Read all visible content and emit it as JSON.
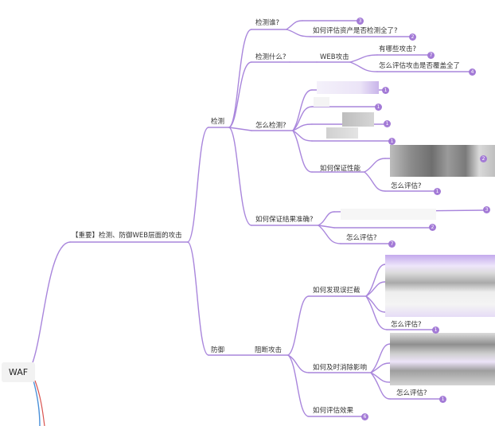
{
  "root": {
    "label": "WAF"
  },
  "main_topic": "【重要】检测、防御WEB层面的攻击",
  "branches": {
    "detect": {
      "label": "检测",
      "who": {
        "label": "检测谁?",
        "child": "如何评估资产是否检测全了?",
        "badge_top": "3",
        "badge_child": "2"
      },
      "what": {
        "label": "检测什么?",
        "sub": "WEB攻击",
        "children": [
          "有哪些攻击?",
          "怎么评估攻击是否覆盖全了"
        ],
        "badges": [
          "7",
          "4"
        ]
      },
      "how": {
        "label": "怎么检测?",
        "badges": [
          "1",
          "1",
          "1",
          "1"
        ]
      },
      "perf": {
        "label": "如何保证性能",
        "eval": "怎么评估?",
        "badges": [
          "2",
          "1"
        ]
      },
      "accuracy": {
        "label": "如何保证结果准确?",
        "eval": "怎么评估?",
        "badges": [
          "3",
          "2",
          "7"
        ]
      }
    },
    "defend": {
      "label": "防御",
      "block": {
        "label": "阻断攻击",
        "misblock": {
          "label": "如何发现误拦截",
          "eval": "怎么评估?",
          "badge": "1"
        },
        "eliminate": {
          "label": "如何及时消除影响",
          "eval": "怎么评估?",
          "badge": "1"
        },
        "effect": {
          "label": "如何评估效果",
          "badge": "6"
        }
      }
    }
  },
  "colors": {
    "line": "#9f7bd6",
    "badge": "#a37ad6",
    "blue_line": "#4a90d9",
    "red_line": "#d9534f"
  }
}
